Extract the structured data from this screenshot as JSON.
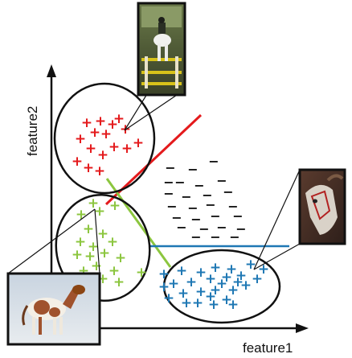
{
  "axes": {
    "x_label": "feature1",
    "y_label": "feature2"
  },
  "colors": {
    "red": "#e41a1c",
    "green": "#8cc63f",
    "blue": "#1f78b4",
    "black": "#111111"
  },
  "clusters": [
    {
      "id": "cluster-red",
      "color": "red",
      "symbol": "+",
      "count": 16
    },
    {
      "id": "cluster-green",
      "color": "green",
      "symbol": "+",
      "count": 20
    },
    {
      "id": "cluster-blue",
      "color": "blue",
      "symbol": "+",
      "count": 28
    },
    {
      "id": "cluster-black",
      "color": "black",
      "symbol": "−",
      "count": 26
    }
  ],
  "thumbnails": [
    {
      "id": "rider-photo",
      "icon": "horse-jumping-photo-icon",
      "cluster": "cluster-red"
    },
    {
      "id": "pony-photo",
      "icon": "pinto-pony-photo-icon",
      "cluster": "cluster-green"
    },
    {
      "id": "horse-head-photo",
      "icon": "horse-head-photo-icon",
      "cluster": "cluster-blue"
    }
  ]
}
